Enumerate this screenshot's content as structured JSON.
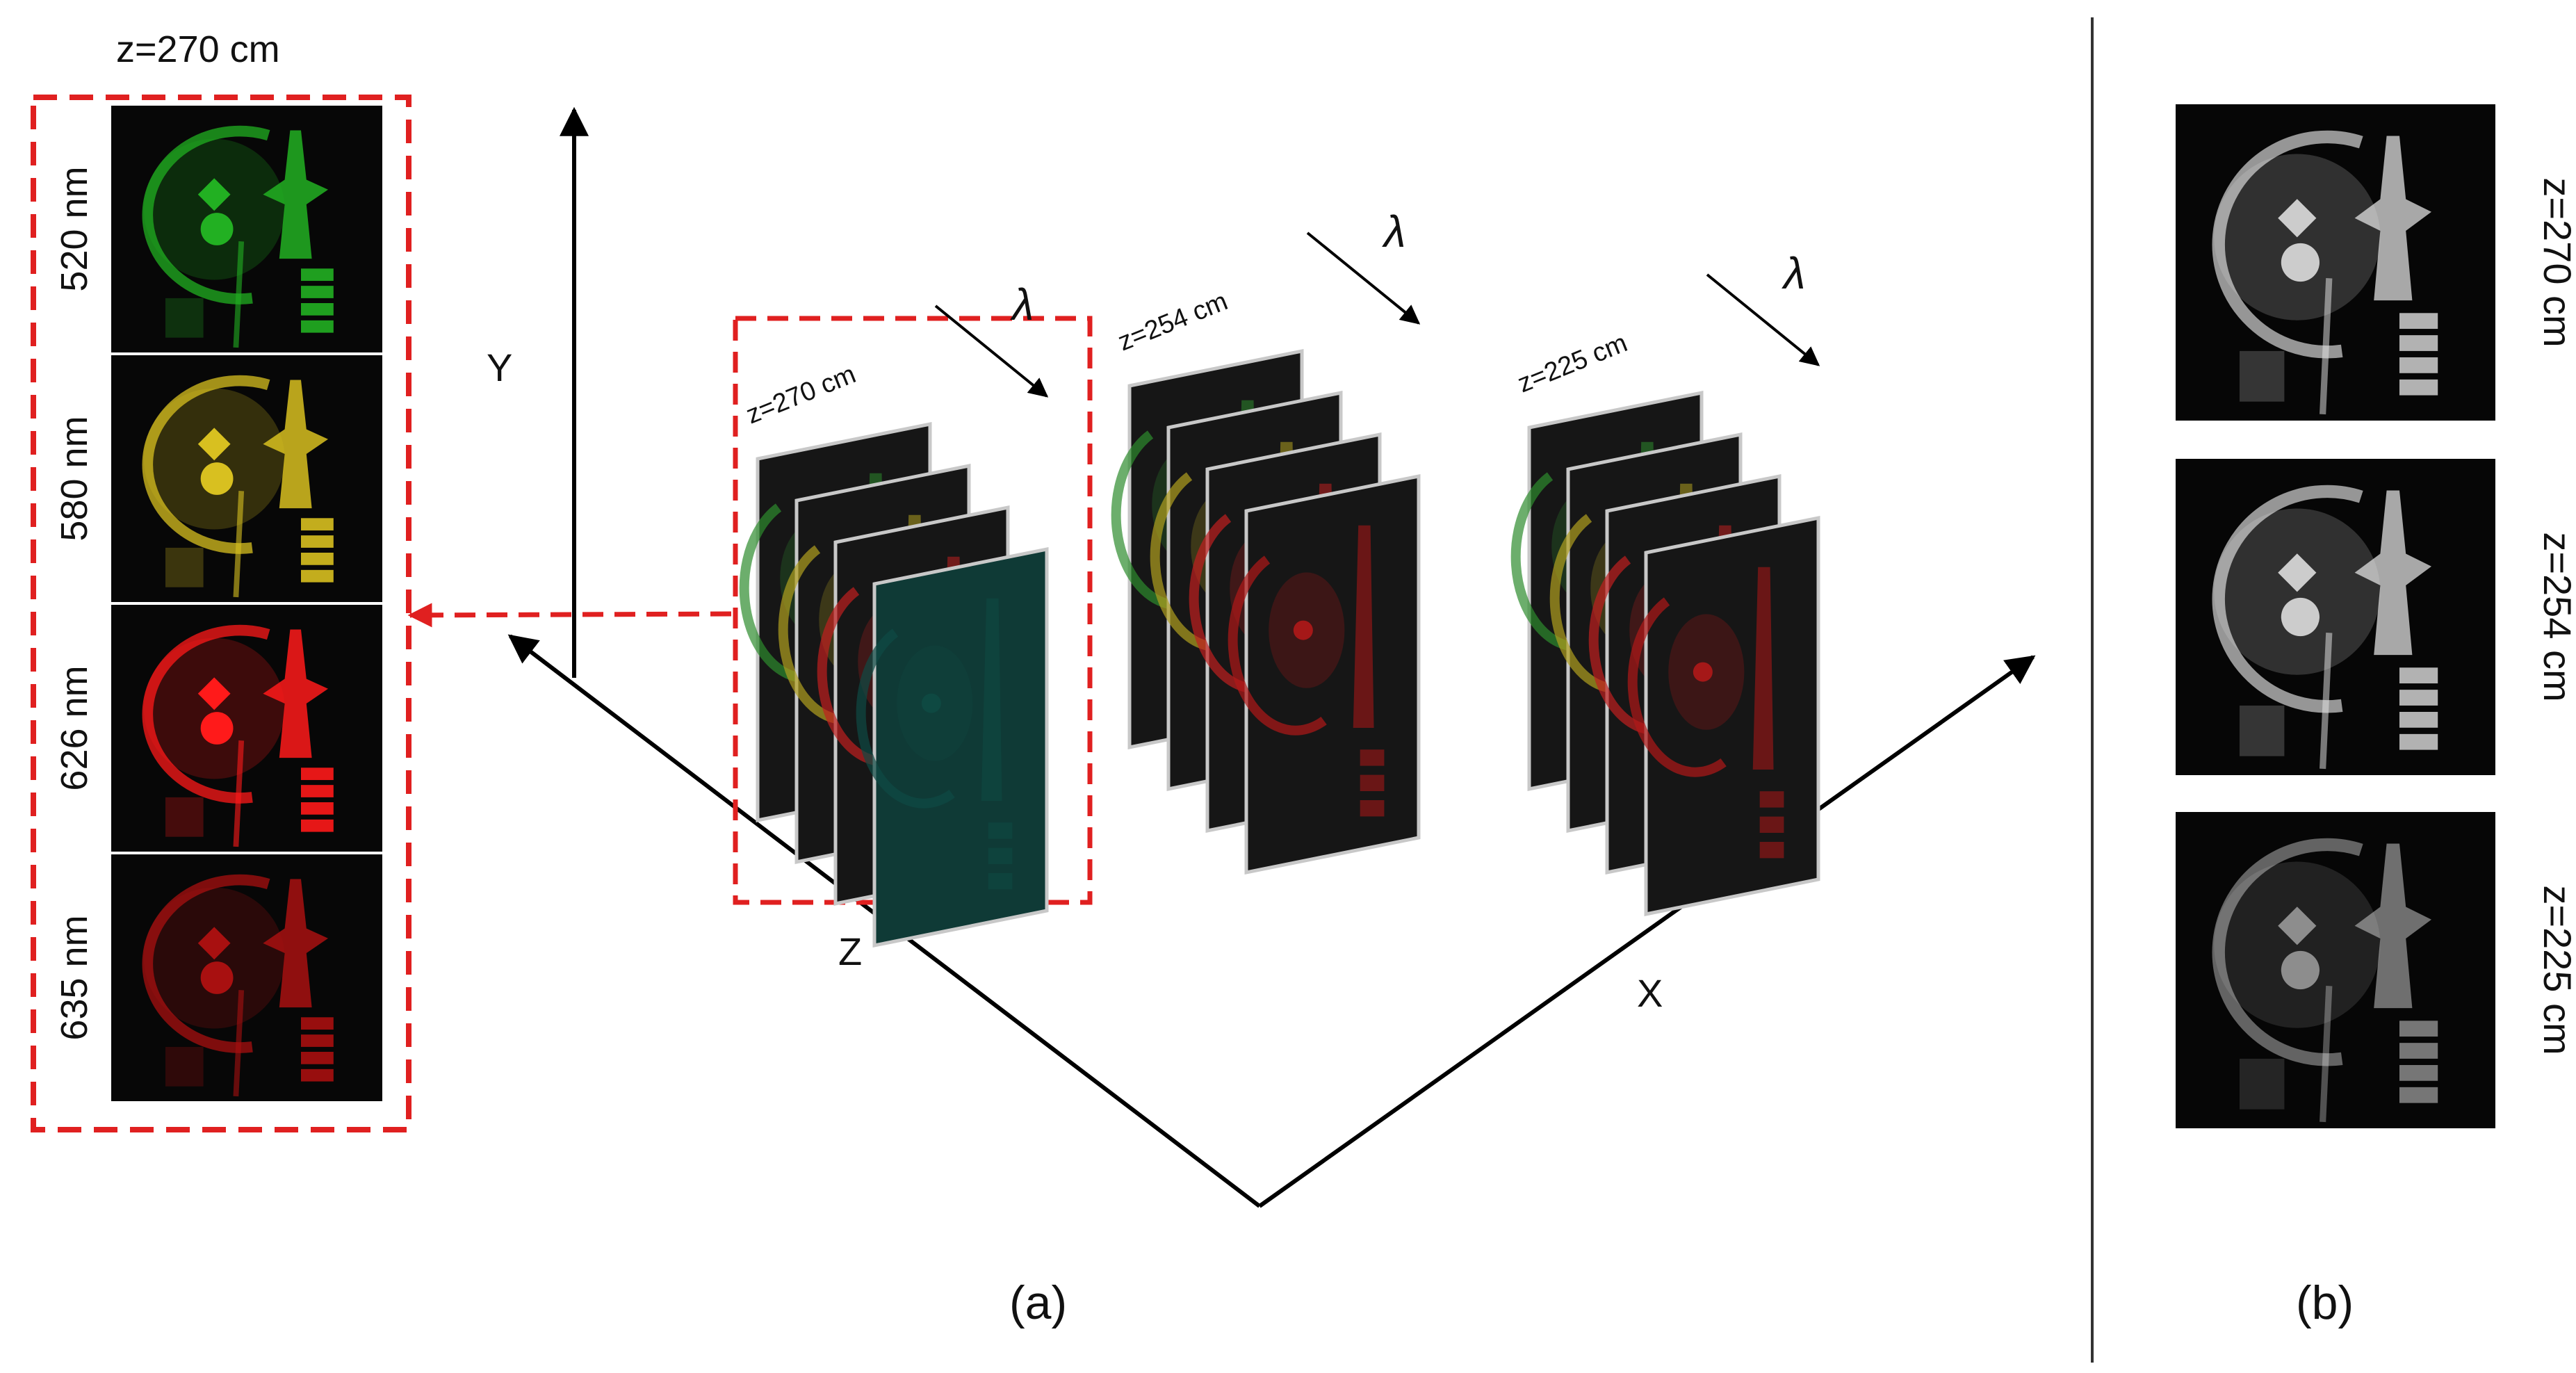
{
  "panel_a": {
    "label": "(a)",
    "axes": {
      "x": "X",
      "y": "Y",
      "z": "Z"
    },
    "wavelength_symbol": "λ",
    "stacks": [
      {
        "label": "z=270 cm",
        "layer_colors": [
          "#2e8b2e",
          "#b0a020",
          "#c02020",
          "#0e4a44"
        ]
      },
      {
        "label": "z=254 cm",
        "layer_colors": [
          "#2e8b2e",
          "#b0a020",
          "#c02020",
          "#b01818"
        ]
      },
      {
        "label": "z=225 cm",
        "layer_colors": [
          "#2e8b2e",
          "#b0a020",
          "#c02020",
          "#b01818"
        ]
      }
    ],
    "inset": {
      "title": "z=270 cm",
      "images": [
        {
          "label": "520 nm",
          "color": "#22b022"
        },
        {
          "label": "580 nm",
          "color": "#d8c020"
        },
        {
          "label": "626 nm",
          "color": "#ff1a1a"
        },
        {
          "label": "635 nm",
          "color": "#a81010"
        }
      ]
    }
  },
  "panel_b": {
    "label": "(b)",
    "images": [
      {
        "label": "z=270 cm"
      },
      {
        "label": "z=254 cm"
      },
      {
        "label": "z=225 cm"
      }
    ]
  },
  "colors": {
    "highlight": "#e02020",
    "axis": "#000000",
    "frame": "#c8c8c8",
    "divider": "#333333"
  }
}
